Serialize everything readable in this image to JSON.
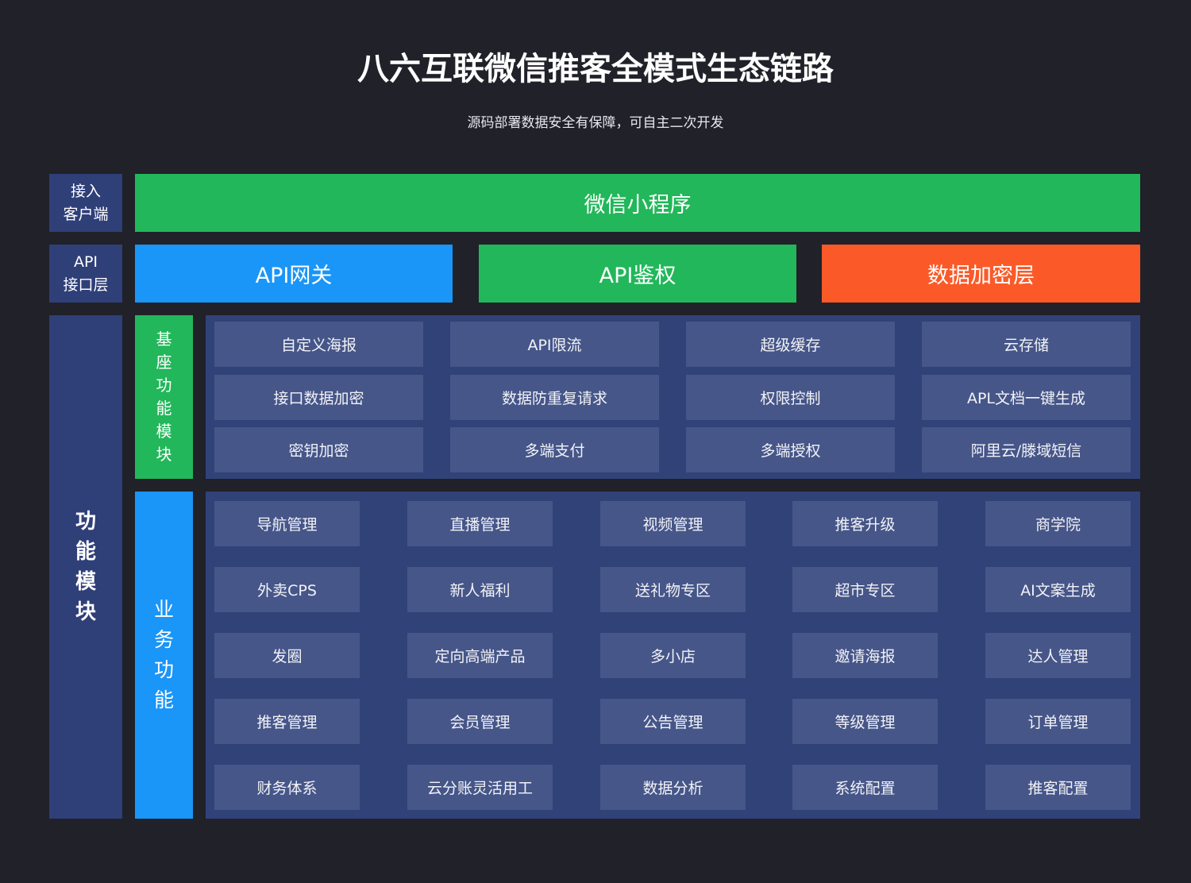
{
  "title": "八六互联微信推客全模式生态链路",
  "subtitle": "源码部署数据安全有保障，可自主二次开发",
  "colors": {
    "background": "#202129",
    "side": "#2f3f78",
    "panel": "#314279",
    "cell": "#465689",
    "green": "#22b75a",
    "blue": "#1a95f8",
    "orange": "#fb5a28"
  },
  "rows": {
    "client": {
      "label_line1": "接入",
      "label_line2": "客户端",
      "content": "微信小程序"
    },
    "api": {
      "label_line1": "API",
      "label_line2": "接口层",
      "items": [
        "API网关",
        "API鉴权",
        "数据加密层"
      ]
    },
    "function": {
      "label": [
        "功",
        "能",
        "模",
        "块"
      ]
    }
  },
  "base": {
    "label": [
      "基",
      "座",
      "功",
      "能",
      "模",
      "块"
    ],
    "items": [
      "自定义海报",
      "API限流",
      "超级缓存",
      "云存储",
      "接口数据加密",
      "数据防重复请求",
      "权限控制",
      "APL文档一键生成",
      "密钥加密",
      "多端支付",
      "多端授权",
      "阿里云/滕域短信"
    ]
  },
  "business": {
    "label": [
      "业",
      "务",
      "功",
      "能"
    ],
    "items": [
      "导航管理",
      "直播管理",
      "视频管理",
      "推客升级",
      "商学院",
      "外卖CPS",
      "新人福利",
      "送礼物专区",
      "超市专区",
      "AI文案生成",
      "发圈",
      "定向高端产品",
      "多小店",
      "邀请海报",
      "达人管理",
      "推客管理",
      "会员管理",
      "公告管理",
      "等级管理",
      "订单管理",
      "财务体系",
      "云分账灵活用工",
      "数据分析",
      "系统配置",
      "推客配置"
    ]
  }
}
